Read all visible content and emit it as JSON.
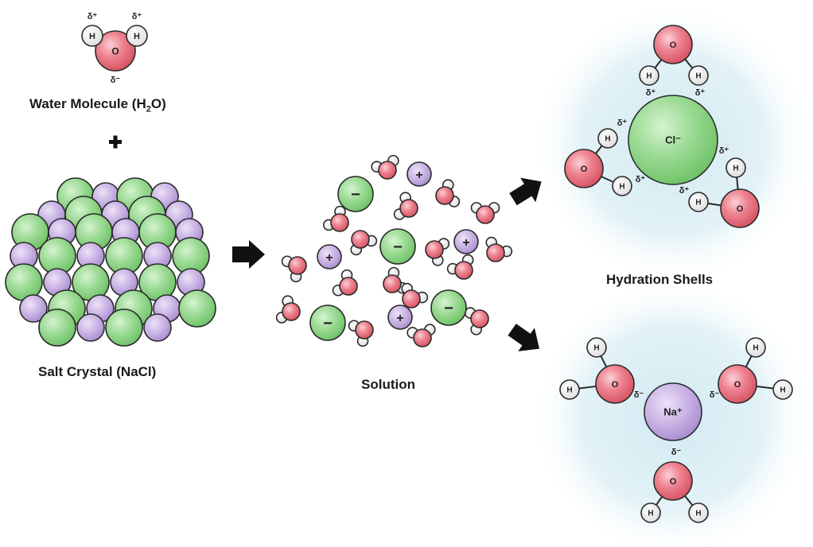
{
  "labels": {
    "water_title": "Water Molecule (H",
    "water_sub": "2",
    "water_end": "O)",
    "plus": "+",
    "crystal": "Salt Crystal (NaCl)",
    "solution": "Solution",
    "hydration": "Hydration Shells"
  },
  "atoms": {
    "oxygen": "O",
    "hydrogen": "H",
    "chloride": "Cl⁻",
    "sodium": "Na⁺",
    "delta_plus": "δ⁺",
    "delta_minus": "δ⁻",
    "anion_sign": "−",
    "cation_sign": "+"
  },
  "colors": {
    "oxygen": "#e46a7a",
    "hydrogen": "#f2f2f2",
    "chloride": "#8fd68a",
    "sodium": "#c7b0e2",
    "glow": "#d6ecf2",
    "outline": "#2b2b2b"
  }
}
